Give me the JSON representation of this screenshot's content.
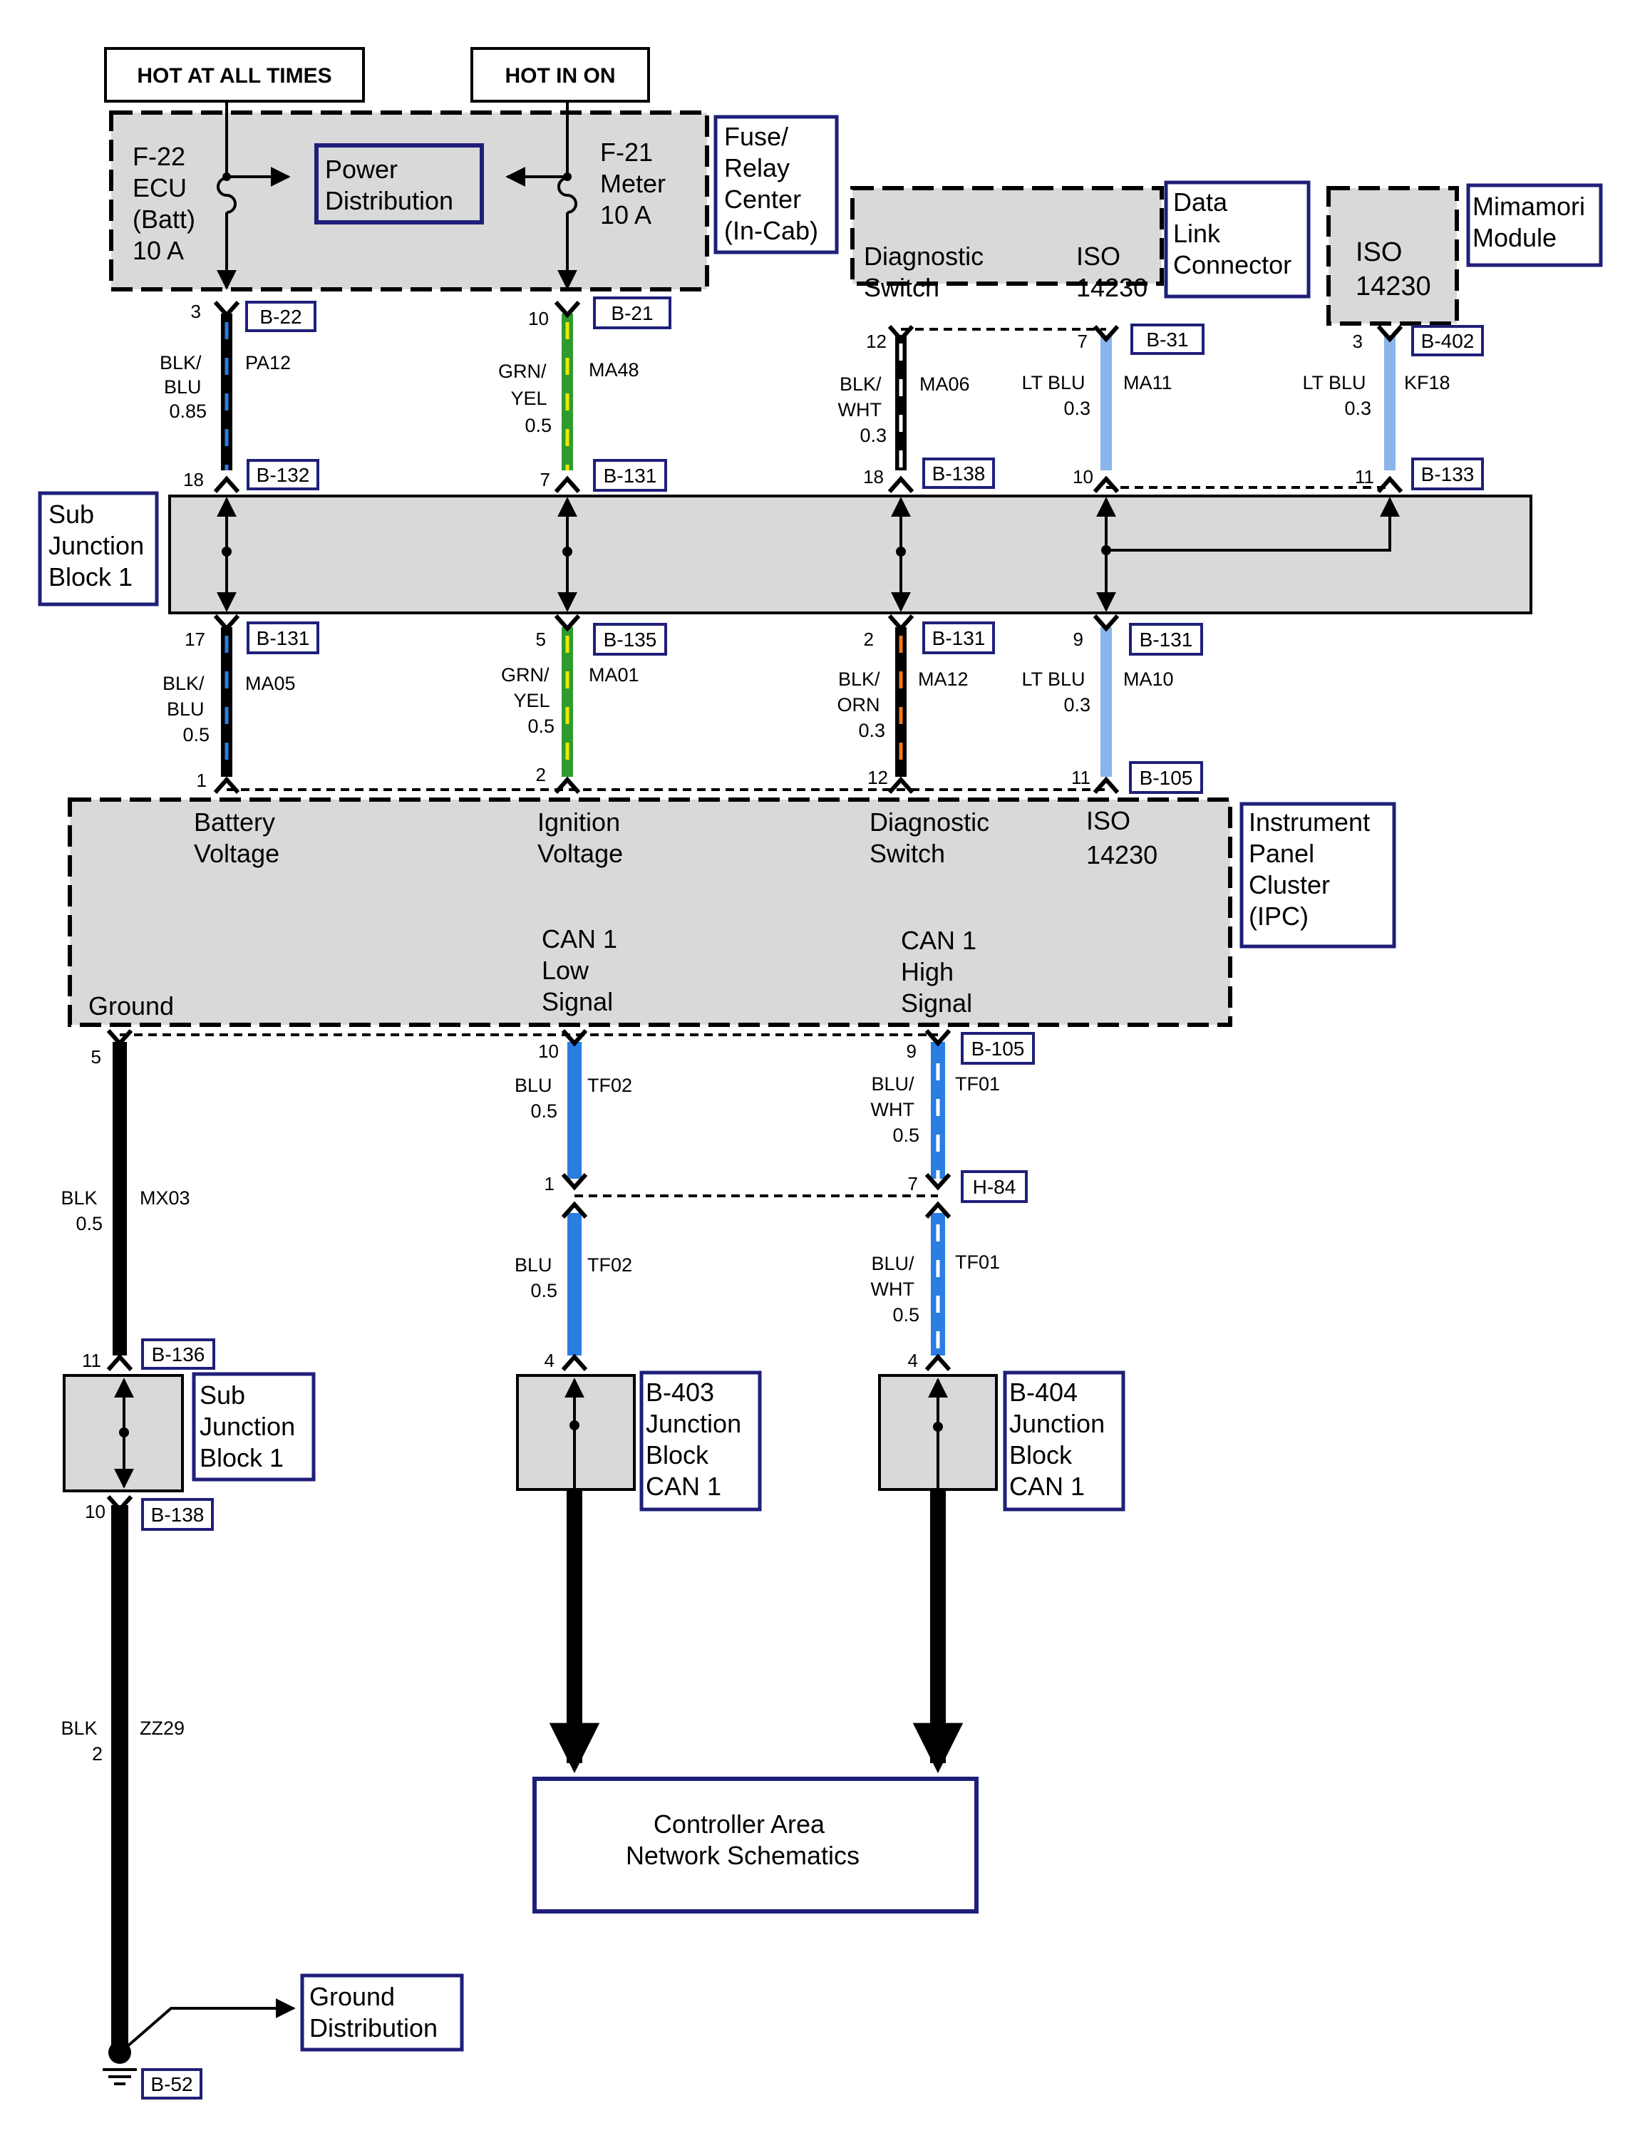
{
  "headers": {
    "hot_all_times": "HOT AT ALL TIMES",
    "hot_in_on": "HOT IN ON"
  },
  "fuse_relay": {
    "f22": [
      "F-22",
      "ECU",
      "(Batt)",
      "10 A"
    ],
    "f21": [
      "F-21",
      "Meter",
      "10 A"
    ],
    "power_dist": [
      "Power",
      "Distribution"
    ],
    "label": [
      "Fuse/",
      "Relay",
      "Center",
      "(In-Cab)"
    ]
  },
  "dlc": {
    "diag": [
      "Diagnostic",
      "Switch"
    ],
    "iso": [
      "ISO",
      "14230"
    ],
    "label": [
      "Data",
      "Link",
      "Connector"
    ]
  },
  "mimamori": {
    "iso": [
      "ISO",
      "14230"
    ],
    "label": [
      "Mimamori",
      "Module"
    ]
  },
  "sjb1": {
    "label": [
      "Sub",
      "Junction",
      "Block 1"
    ]
  },
  "ipc": {
    "battery": [
      "Battery",
      "Voltage"
    ],
    "ignition": [
      "Ignition",
      "Voltage"
    ],
    "diag": [
      "Diagnostic",
      "Switch"
    ],
    "iso": [
      "ISO",
      "14230"
    ],
    "ground": "Ground",
    "can_low": [
      "CAN 1",
      "Low",
      "Signal"
    ],
    "can_high": [
      "CAN 1",
      "High",
      "Signal"
    ],
    "label": [
      "Instrument",
      "Panel",
      "Cluster",
      "(IPC)"
    ]
  },
  "sjb_lower": {
    "label": [
      "Sub",
      "Junction",
      "Block 1"
    ]
  },
  "jb403": {
    "label": [
      "B-403",
      "Junction",
      "Block",
      "CAN 1"
    ]
  },
  "jb404": {
    "label": [
      "B-404",
      "Junction",
      "Block",
      "CAN 1"
    ]
  },
  "can_box": {
    "label": [
      "Controller Area",
      "Network Schematics"
    ]
  },
  "ground_dist": {
    "label": [
      "Ground",
      "Distribution"
    ]
  },
  "connectors": {
    "b22": "B-22",
    "b21": "B-21",
    "b31": "B-31",
    "b402": "B-402",
    "b132": "B-132",
    "b131a": "B-131",
    "b138": "B-138",
    "b133": "B-133",
    "b131b": "B-131",
    "b135": "B-135",
    "b131c": "B-131",
    "b131d": "B-131",
    "b105a": "B-105",
    "b105b": "B-105",
    "h84": "H-84",
    "b136": "B-136",
    "b138b": "B-138",
    "b52": "B-52"
  },
  "pins": {
    "p_b22": "3",
    "p_b21": "10",
    "p_dlc12": "12",
    "p_b31": "7",
    "p_b402": "3",
    "p_b132": "18",
    "p_b131a": "7",
    "p_b138": "18",
    "p_b133a": "10",
    "p_b133b": "11",
    "p_b131b": "17",
    "p_b135": "5",
    "p_b131c": "2",
    "p_b131d": "9",
    "p_ipc1": "1",
    "p_ipc2": "2",
    "p_ipc12": "12",
    "p_ipc11": "11",
    "p_ipc5": "5",
    "p_ipc10": "10",
    "p_ipc9": "9",
    "p_h84a": "1",
    "p_h84b": "7",
    "p_jb403": "4",
    "p_jb404": "4",
    "p_b136": "11",
    "p_b138b": "10"
  },
  "wires": {
    "pa12": {
      "color": [
        "BLK/",
        "BLU",
        "0.85"
      ],
      "circuit": "PA12"
    },
    "ma48": {
      "color": [
        "GRN/",
        "YEL",
        "0.5"
      ],
      "circuit": "MA48"
    },
    "ma06": {
      "color": [
        "BLK/",
        "WHT",
        "0.3"
      ],
      "circuit": "MA06"
    },
    "ma11": {
      "color": [
        "LT BLU",
        "0.3"
      ],
      "circuit": "MA11"
    },
    "kf18": {
      "color": [
        "LT BLU",
        "0.3"
      ],
      "circuit": "KF18"
    },
    "ma05": {
      "color": [
        "BLK/",
        "BLU",
        "0.5"
      ],
      "circuit": "MA05"
    },
    "ma01": {
      "color": [
        "GRN/",
        "YEL",
        "0.5"
      ],
      "circuit": "MA01"
    },
    "ma12": {
      "color": [
        "BLK/",
        "ORN",
        "0.3"
      ],
      "circuit": "MA12"
    },
    "ma10": {
      "color": [
        "LT BLU",
        "0.3"
      ],
      "circuit": "MA10"
    },
    "tf02a": {
      "color": [
        "BLU",
        "0.5"
      ],
      "circuit": "TF02"
    },
    "tf01a": {
      "color": [
        "BLU/",
        "WHT",
        "0.5"
      ],
      "circuit": "TF01"
    },
    "tf02b": {
      "color": [
        "BLU",
        "0.5"
      ],
      "circuit": "TF02"
    },
    "tf01b": {
      "color": [
        "BLU/",
        "WHT",
        "0.5"
      ],
      "circuit": "TF01"
    },
    "mx03": {
      "color": [
        "BLK",
        "0.5"
      ],
      "circuit": "MX03"
    },
    "zz29": {
      "color": [
        "BLK",
        "2"
      ],
      "circuit": "ZZ29"
    }
  },
  "colors": {
    "block_fill": "#d9d9d9",
    "label_border": "#1f1f7a",
    "green": "#2e9b2e",
    "yellow": "#f2e600",
    "blue": "#2a7de1",
    "light_blue": "#8ab4ea",
    "orange": "#f07a1c",
    "black": "#000000",
    "white": "#ffffff"
  }
}
